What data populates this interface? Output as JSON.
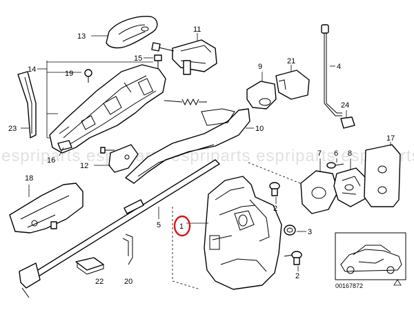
{
  "watermark": "espriparts espriparts espriparts espriparts espriparts",
  "callouts": {
    "p1": "1",
    "p2a": "2",
    "p2b": "2",
    "p3": "3",
    "p4": "4",
    "p5": "5",
    "p6": "6",
    "p7": "7",
    "p8": "8",
    "p9": "9",
    "p10": "10",
    "p11": "11",
    "p12": "12",
    "p13": "13",
    "p14": "14",
    "p15": "15",
    "p16": "16",
    "p17": "17",
    "p18": "18",
    "p19": "19",
    "p20": "20",
    "p21": "21",
    "p22": "22",
    "p23": "23",
    "p24": "24"
  },
  "diagram_code": "00167872",
  "highlight_color": "#d8141b"
}
